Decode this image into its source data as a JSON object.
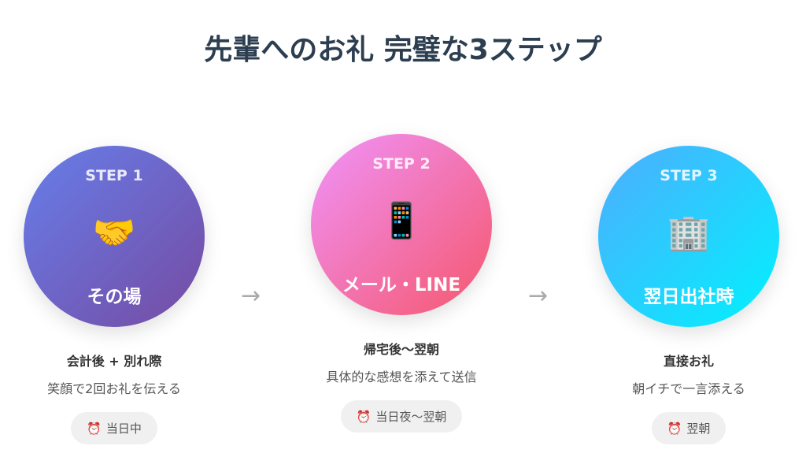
{
  "title": "先輩へのお礼 完璧な3ステップ",
  "arrow": "→",
  "steps": [
    {
      "label": "STEP 1",
      "emoji": "🤝",
      "name": "その場",
      "detail_title": "会計後 + 別れ際",
      "detail": "笑顔で2回お礼を伝える",
      "clock": "⏰",
      "timing": "当日中"
    },
    {
      "label": "STEP 2",
      "emoji": "📱",
      "name": "メール・LINE",
      "detail_title": "帰宅後〜翌朝",
      "detail": "具体的な感想を添えて送信",
      "clock": "⏰",
      "timing": "当日夜〜翌朝"
    },
    {
      "label": "STEP 3",
      "emoji": "🏢",
      "name": "翌日出社時",
      "detail_title": "直接お礼",
      "detail": "朝イチで一言添える",
      "clock": "⏰",
      "timing": "翌朝"
    }
  ]
}
